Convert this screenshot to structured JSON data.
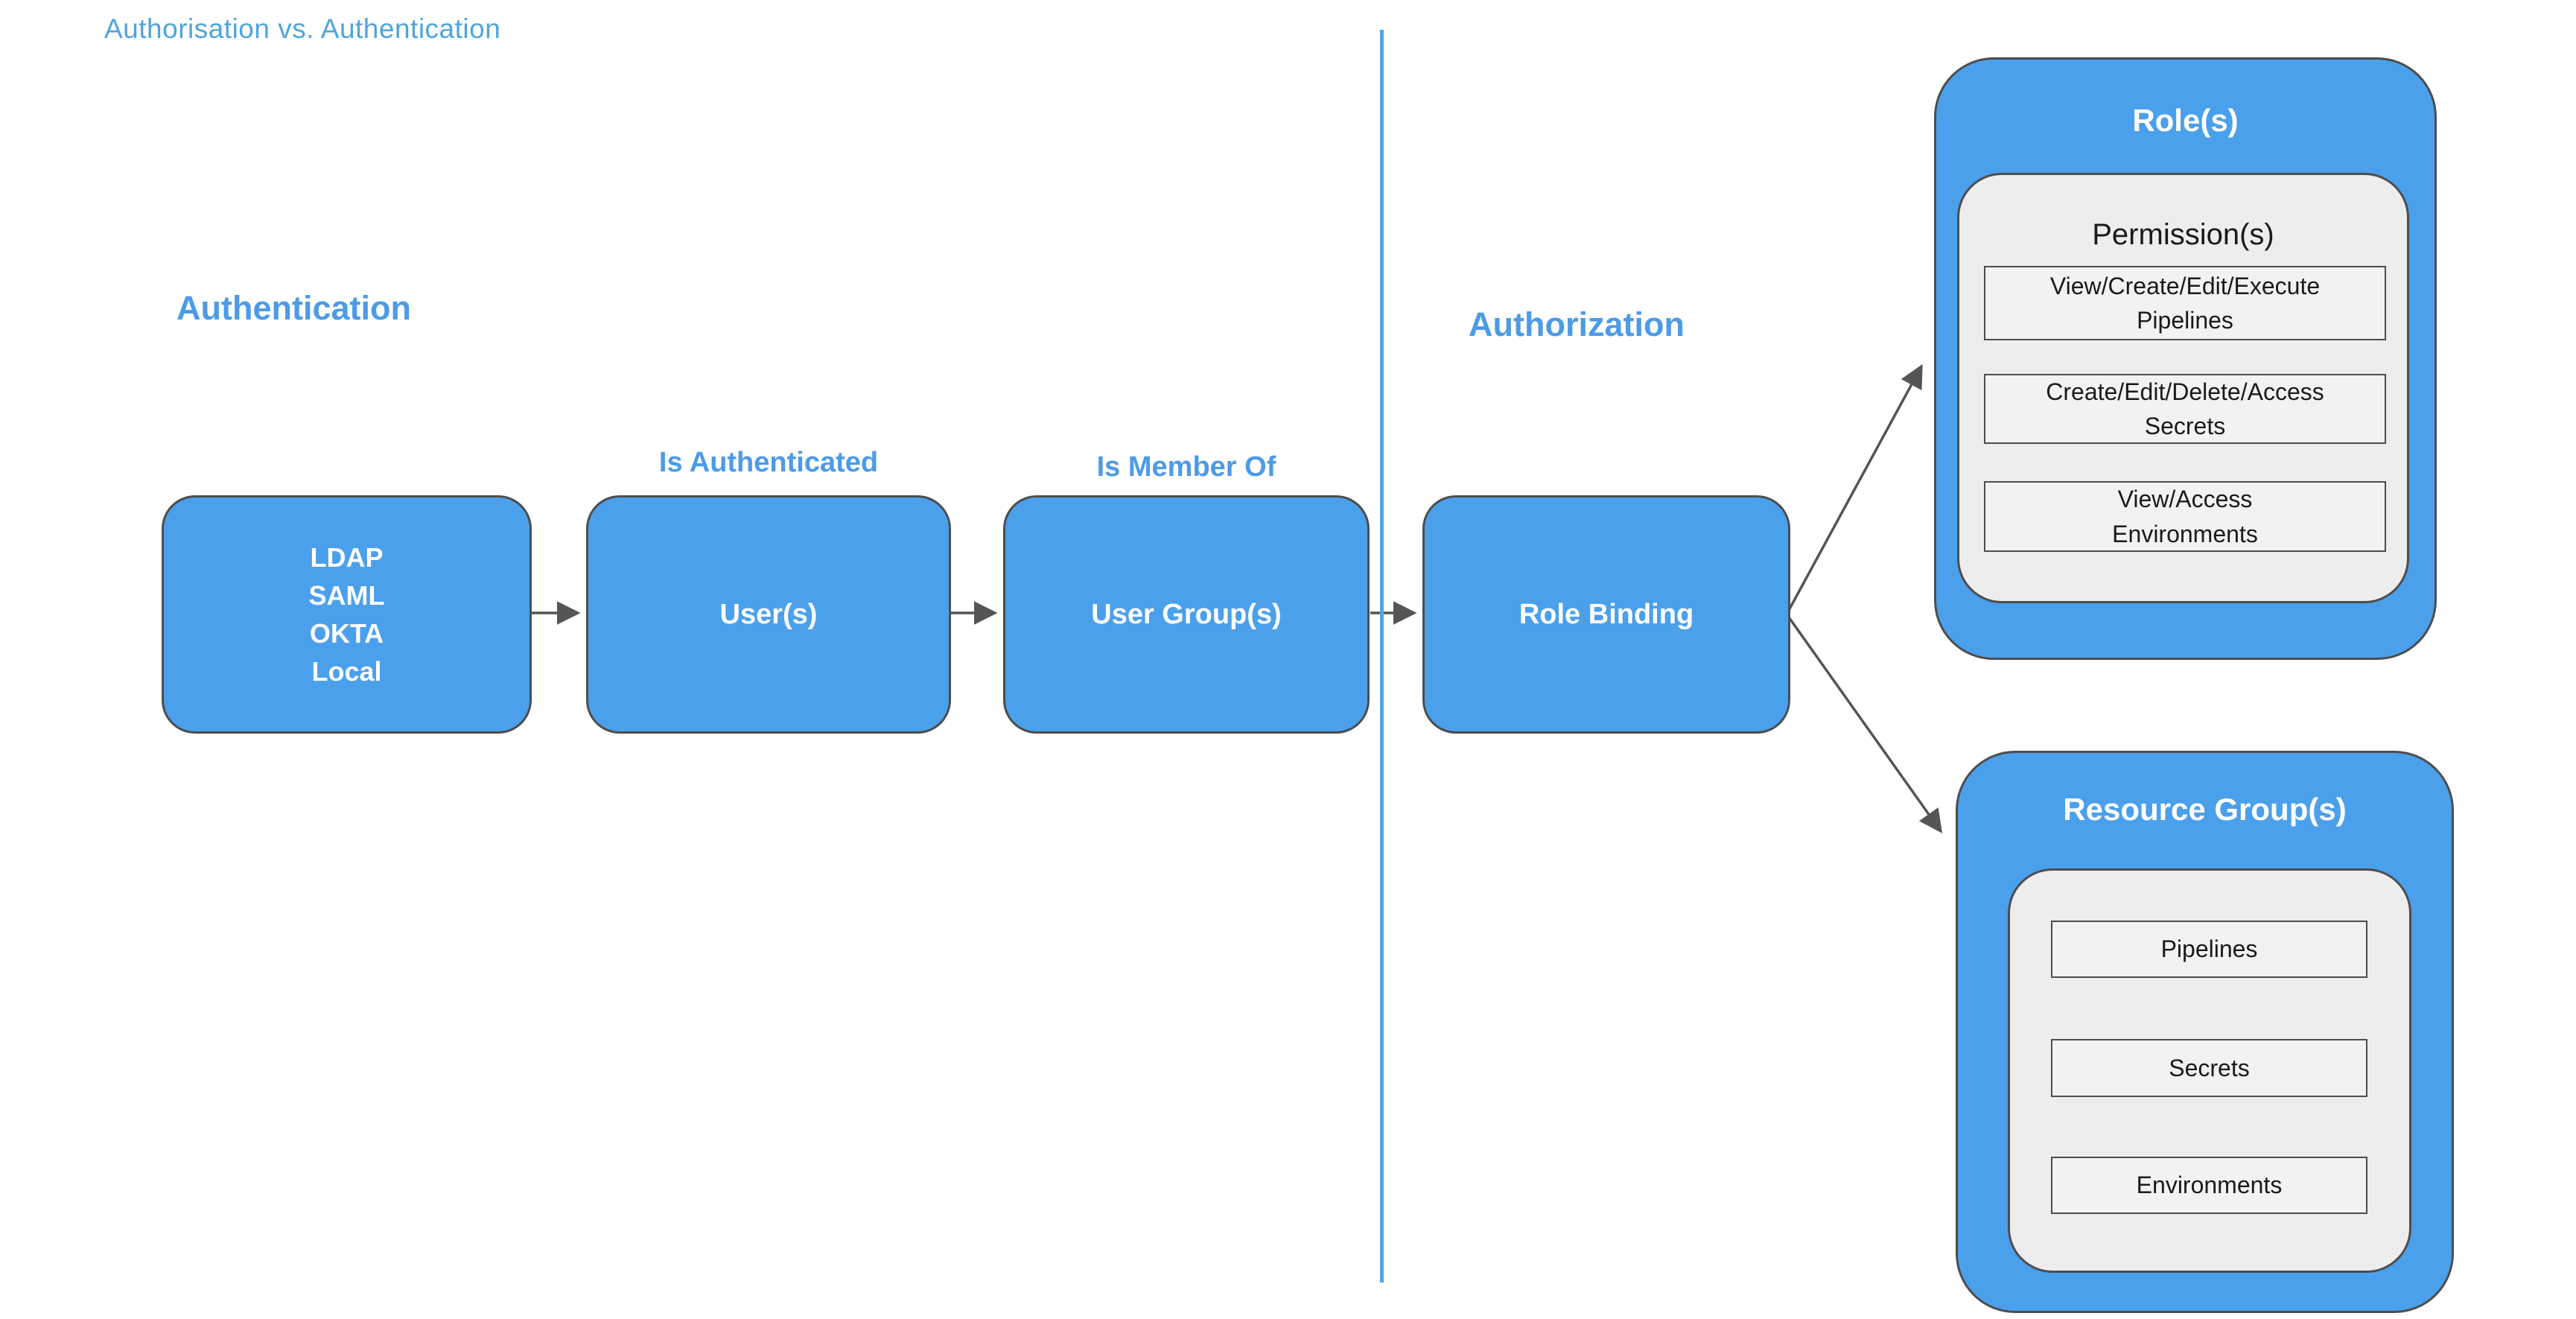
{
  "page": {
    "title": "Authorisation vs. Authentication"
  },
  "colors": {
    "box_blue": "#4BA0EC",
    "heading_blue": "#4C9BE8",
    "title_blue": "#4FA5DC",
    "divider_blue": "#4FA7E2",
    "arrow_gray": "#555555",
    "panel_gray": "#EDEDED",
    "item_fill": "#F2F2F2",
    "border_dark": "#4D4D4D"
  },
  "authentication": {
    "heading": "Authentication",
    "identity_sources": "LDAP\nSAML\nOKTA\nLocal",
    "users_label": "User(s)",
    "user_groups_label": "User Group(s)",
    "edge_labels": {
      "is_authenticated": "Is Authenticated",
      "is_member_of": "Is Member Of"
    }
  },
  "authorization": {
    "heading": "Authorization",
    "role_binding_label": "Role Binding",
    "roles": {
      "title": "Role(s)",
      "permissions_title": "Permission(s)",
      "permissions": [
        "View/Create/Edit/Execute\nPipelines",
        "Create/Edit/Delete/Access\nSecrets",
        "View/Access\nEnvironments"
      ]
    },
    "resource_groups": {
      "title": "Resource Group(s)",
      "resources": [
        "Pipelines",
        "Secrets",
        "Environments"
      ]
    }
  }
}
